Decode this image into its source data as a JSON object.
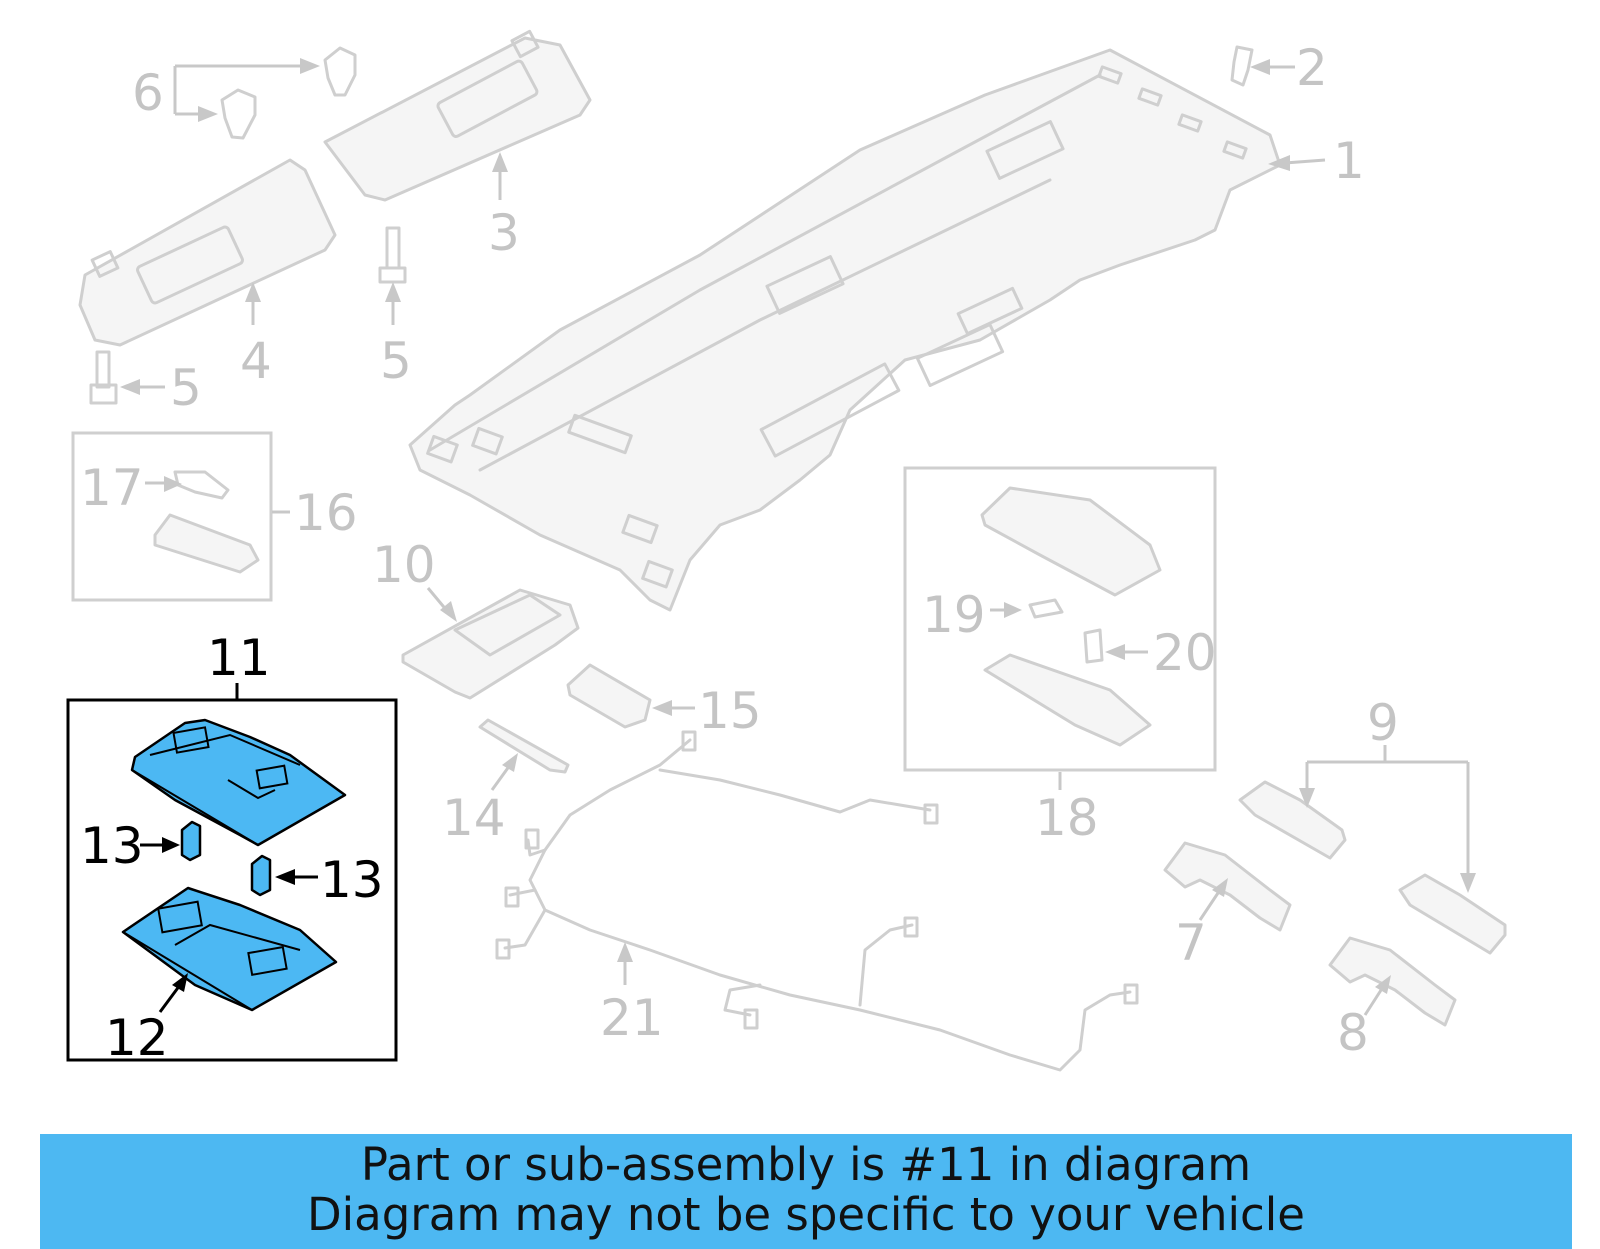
{
  "callouts": {
    "c1": "1",
    "c2": "2",
    "c3": "3",
    "c4": "4",
    "c5a": "5",
    "c5b": "5",
    "c6": "6",
    "c7": "7",
    "c8": "8",
    "c9": "9",
    "c10": "10",
    "c11": "11",
    "c12": "12",
    "c13a": "13",
    "c13b": "13",
    "c14": "14",
    "c15": "15",
    "c16": "16",
    "c17": "17",
    "c18": "18",
    "c19": "19",
    "c20": "20",
    "c21": "21"
  },
  "highlight": {
    "part_number": "11",
    "color": "#4cb8f3"
  },
  "banner": {
    "line1": "Part or sub-assembly is #11 in diagram",
    "line2": "Diagram may not be specific to your vehicle",
    "background": "#4db8f2"
  }
}
